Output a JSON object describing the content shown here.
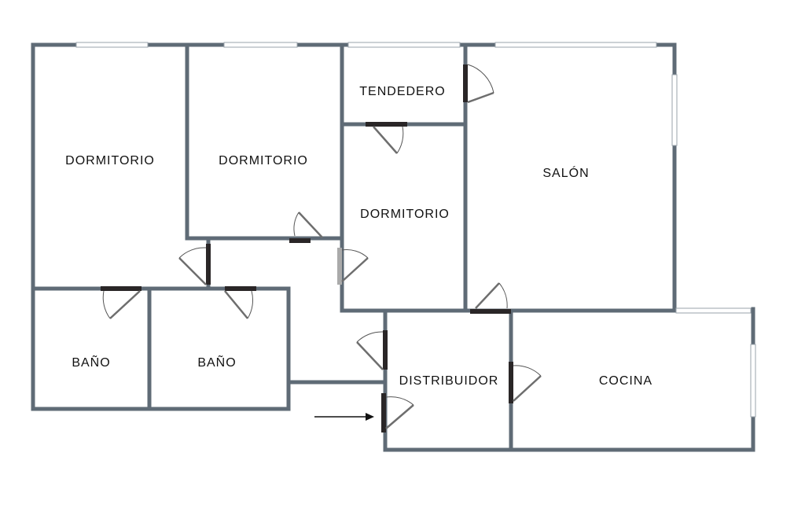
{
  "rooms": {
    "dormitorio_1": "DORMITORIO",
    "dormitorio_2": "DORMITORIO",
    "dormitorio_3": "DORMITORIO",
    "tendedero": "TENDEDERO",
    "salon": "SALÓN",
    "bano_1": "BAÑO",
    "bano_2": "BAÑO",
    "distribuidor": "DISTRIBUIDOR",
    "cocina": "COCINA"
  },
  "colors": {
    "wall": "#5f6b76",
    "door": "#2a2627"
  }
}
